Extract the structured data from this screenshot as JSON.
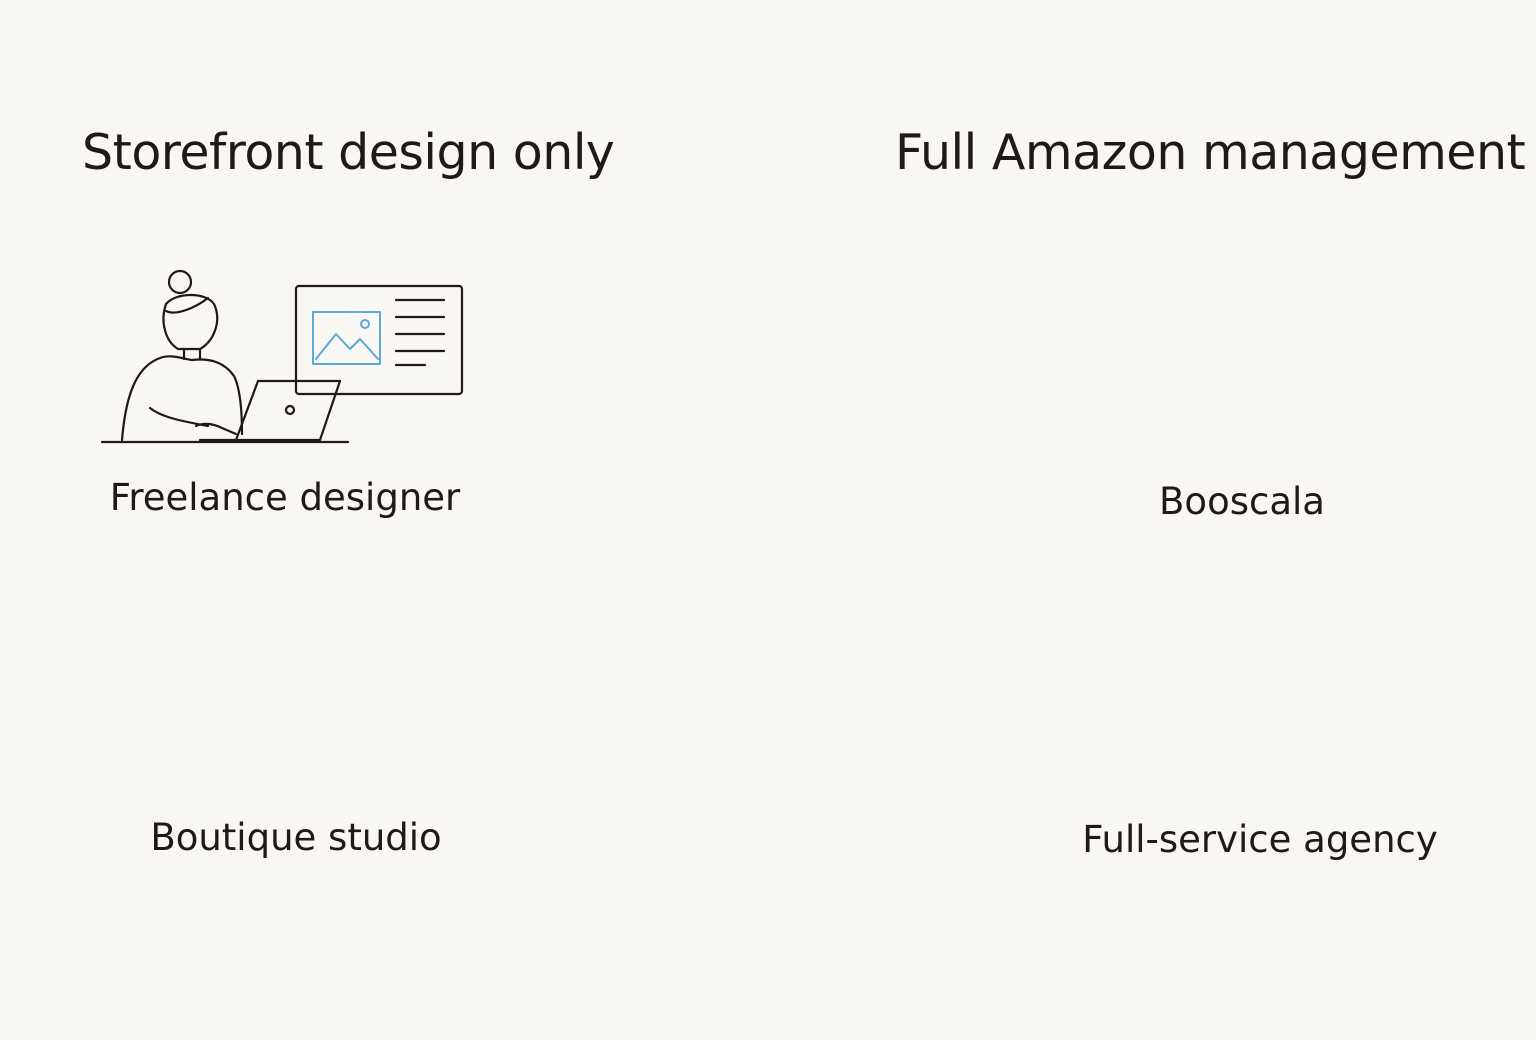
{
  "headings": {
    "left": "Storefront design only",
    "right": "Full Amazon management"
  },
  "providers": {
    "freelance": "Freelance designer",
    "boutique": "Boutique studio",
    "booscala": "Booscala",
    "agency": "Full-service agency"
  },
  "colors": {
    "background": "#f8f7f4",
    "ink": "#1f1a17",
    "accent": "#5aa9d8",
    "circle_fill": "#e6f2fa"
  },
  "icons": {
    "center": "storefront-icon"
  }
}
